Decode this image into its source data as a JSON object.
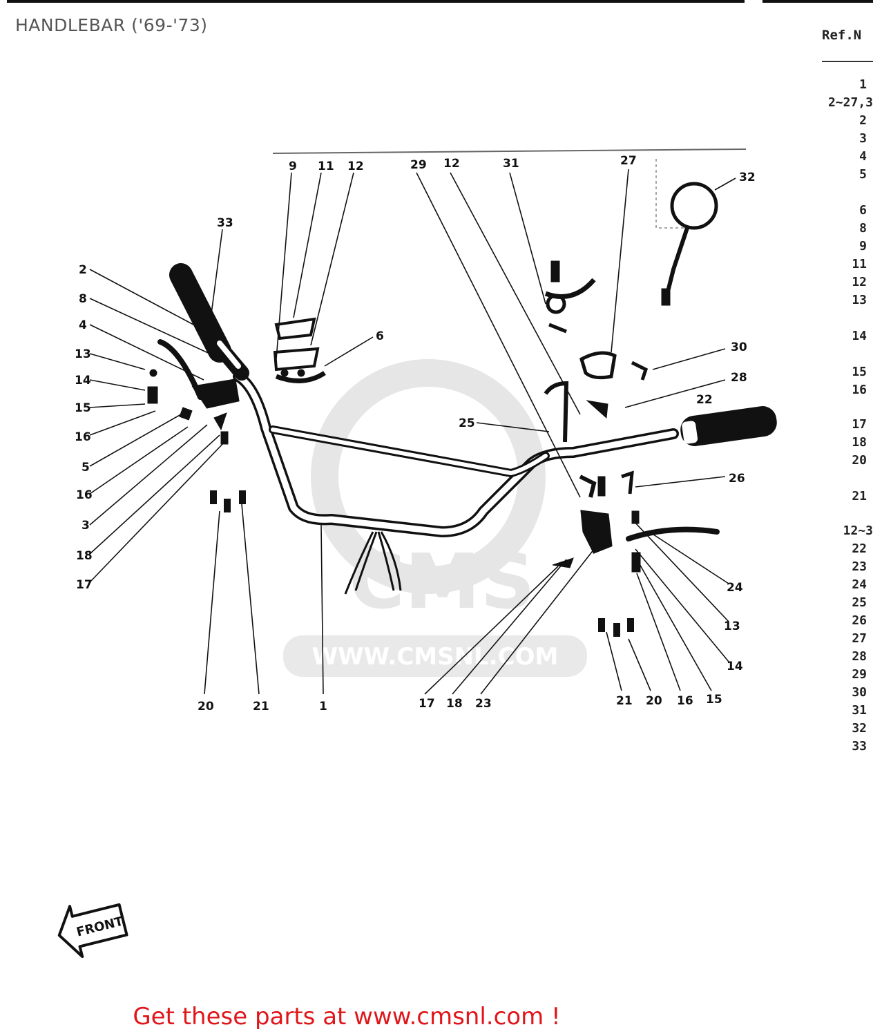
{
  "title": "HANDLEBAR ('69-'73)",
  "ref_header": "Ref.N",
  "ref_items": [
    "1",
    "2~27,3",
    "2",
    "3",
    "4",
    "5",
    "6",
    "8",
    "9",
    "11",
    "12",
    "13",
    "14",
    "15",
    "16",
    "17",
    "18",
    "20",
    "21",
    "12~3",
    "22",
    "23",
    "24",
    "25",
    "26",
    "27",
    "28",
    "29",
    "30",
    "31",
    "32",
    "33"
  ],
  "diagram_labels": [
    "9",
    "11",
    "12",
    "29",
    "12",
    "31",
    "27",
    "32",
    "33",
    "2",
    "8",
    "4",
    "6",
    "13",
    "14",
    "15",
    "16",
    "5",
    "16",
    "3",
    "18",
    "17",
    "30",
    "28",
    "22",
    "25",
    "26",
    "24",
    "13",
    "14",
    "20",
    "21",
    "1",
    "17",
    "18",
    "23",
    "21",
    "20",
    "16",
    "15"
  ],
  "front_arrow_label": "FRONT",
  "watermark": "WWW.CMSNL.COM",
  "footer": "Get these parts at www.cmsnl.com !",
  "colors": {
    "footer": "#e0161b",
    "title": "#555555",
    "ink": "#111111"
  }
}
